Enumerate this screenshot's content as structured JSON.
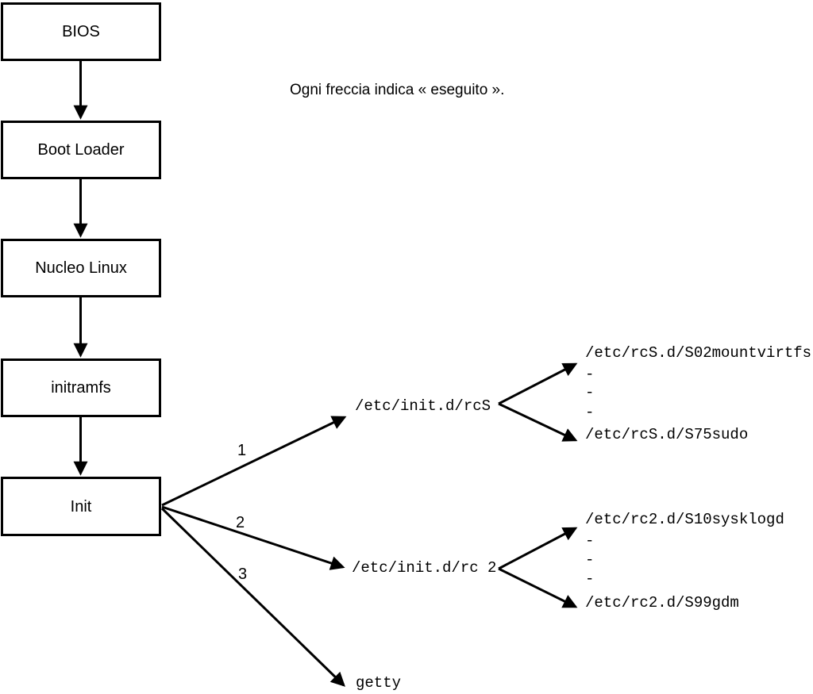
{
  "caption": "Ogni freccia indica « eseguito ».",
  "flow": {
    "boxes": [
      {
        "label": "BIOS"
      },
      {
        "label": "Boot Loader"
      },
      {
        "label": "Nucleo Linux"
      },
      {
        "label": "initramfs"
      },
      {
        "label": "Init"
      }
    ]
  },
  "branches": [
    {
      "number": "1",
      "target": "/etc/init.d/rcS",
      "children": [
        "/etc/rcS.d/S02mountvirtfs",
        "-",
        "-",
        "-",
        "/etc/rcS.d/S75sudo"
      ]
    },
    {
      "number": "2",
      "target": "/etc/init.d/rc 2",
      "children": [
        "/etc/rc2.d/S10sysklogd",
        "-",
        "-",
        "-",
        "/etc/rc2.d/S99gdm"
      ]
    },
    {
      "number": "3",
      "target": "getty",
      "children": []
    }
  ],
  "colors": {
    "line": "#000000",
    "background": "#ffffff"
  }
}
